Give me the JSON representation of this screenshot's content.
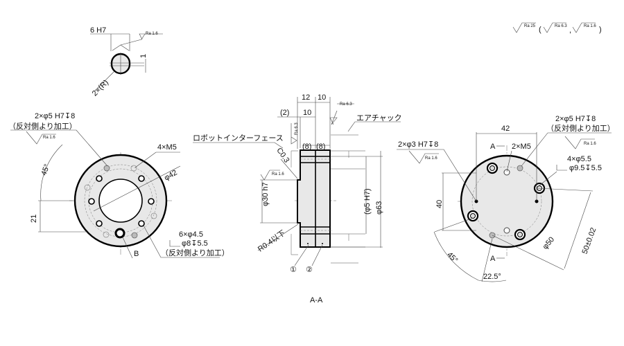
{
  "roughness_legend": {
    "main": "Ra 25",
    "open": "(",
    "alt1": "Ra 6.3",
    "sep": ",",
    "alt2": "Ra 1.6",
    "close": ")"
  },
  "detail_view": {
    "width": "6 H7",
    "ra": "Ra 1.6",
    "offset": "1",
    "radius": "2×(R)"
  },
  "left_view": {
    "pin_holes": "2×φ5 H7↧8",
    "pin_holes_note": "（反対側より加工）",
    "ra": "Ra 1.6",
    "taps": "4×M5",
    "pcd": "φ42",
    "angle": "45°",
    "offset": "21",
    "bolt_holes": "6×φ4.5",
    "bolt_cbore": "φ8↧5.5",
    "bolt_note": "（反対側より加工）",
    "marker": "B"
  },
  "section_view": {
    "dim_12": "12",
    "dim_10a": "10",
    "dim_2": "(2)",
    "dim_10b": "10",
    "dim_8a": "(8)",
    "dim_8b": "(8)",
    "ra_top": "Ra 6.3",
    "ra_side": "Ra 6.3",
    "ra_bore": "Ra 1.6",
    "robot_interface": "ロボットインターフェース",
    "air_chuck": "エアチャック",
    "chamfer": "C0.3",
    "spigot": "φ30 h7",
    "fillet": "R0.4以下",
    "pin_dia": "(φ5 H7)",
    "outer_dia": "φ63",
    "part1": "①",
    "part2": "②",
    "caption": "A-A"
  },
  "right_view": {
    "width": "42",
    "pin_holes": "2×φ5 H7↧8",
    "pin_holes_note": "（反対側より加工）",
    "ra1": "Ra 1.6",
    "dowel": "2×φ3 H7↧8",
    "ra2": "Ra 1.6",
    "section_a_top": "A",
    "section_a_bottom": "A",
    "taps": "2×M5",
    "holes": "4×φ5.5",
    "cbore": "φ9.5↧5.5",
    "height": "40",
    "pcd": "φ50",
    "span": "50±0.02",
    "angle1": "45°",
    "angle2": "22.5°"
  }
}
